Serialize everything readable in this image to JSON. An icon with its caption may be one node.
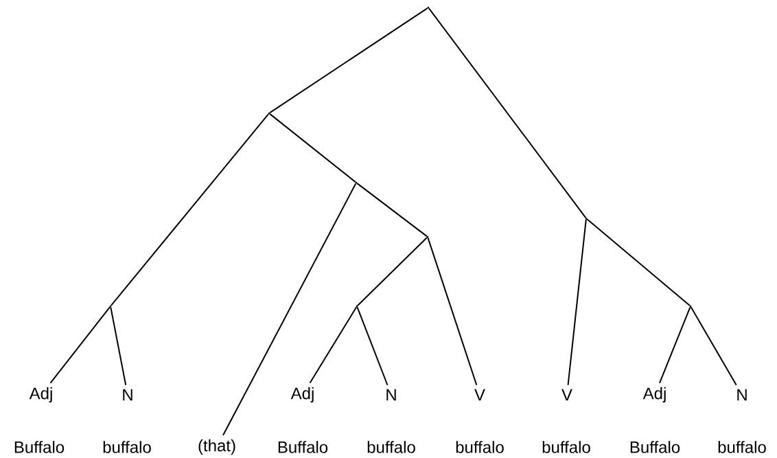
{
  "diagram": {
    "nodes": [
      {
        "text": [],
        "shape": "point"
      },
      {
        "text": [],
        "shape": "point"
      },
      {
        "text": [],
        "shape": "point"
      },
      {
        "text": [],
        "shape": "point"
      },
      {
        "text": [],
        "shape": "point"
      },
      {
        "text": [],
        "shape": "point"
      },
      {
        "text": [],
        "shape": "point"
      },
      {
        "text": [],
        "shape": "point"
      },
      {
        "text": [
          "Adj"
        ]
      },
      {
        "text": [
          "N"
        ]
      },
      {
        "text": [
          "Adj"
        ]
      },
      {
        "text": [
          "N"
        ]
      },
      {
        "text": [
          "V"
        ]
      },
      {
        "text": [
          "V"
        ]
      },
      {
        "text": [
          "Adj"
        ]
      },
      {
        "text": [
          "N"
        ]
      },
      {
        "text": [
          "(that)"
        ]
      }
    ],
    "edges": [
      {
        "from": 0,
        "to": 1,
        "arrow": "none"
      },
      {
        "from": 0,
        "to": 3,
        "arrow": "none"
      },
      {
        "from": 1,
        "to": 7,
        "arrow": "none"
      },
      {
        "from": 1,
        "to": 2,
        "arrow": "none"
      },
      {
        "from": 7,
        "to": 8,
        "arrow": "none"
      },
      {
        "from": 7,
        "to": 9,
        "arrow": "none"
      },
      {
        "from": 2,
        "to": 16,
        "arrow": "none"
      },
      {
        "from": 2,
        "to": 4,
        "arrow": "none"
      },
      {
        "from": 4,
        "to": 6,
        "arrow": "none"
      },
      {
        "from": 4,
        "to": 12,
        "arrow": "none"
      },
      {
        "from": 6,
        "to": 10,
        "arrow": "none"
      },
      {
        "from": 6,
        "to": 11,
        "arrow": "none"
      },
      {
        "from": 3,
        "to": 13,
        "arrow": "none"
      },
      {
        "from": 3,
        "to": 5,
        "arrow": "none"
      },
      {
        "from": 5,
        "to": 14,
        "arrow": "none"
      },
      {
        "from": 5,
        "to": 15,
        "arrow": "none"
      }
    ],
    "labels": [
      "Buffalo",
      "buffalo",
      "Buffalo",
      "buffalo",
      "buffalo",
      "buffalo",
      "Buffalo",
      "buffalo"
    ]
  }
}
